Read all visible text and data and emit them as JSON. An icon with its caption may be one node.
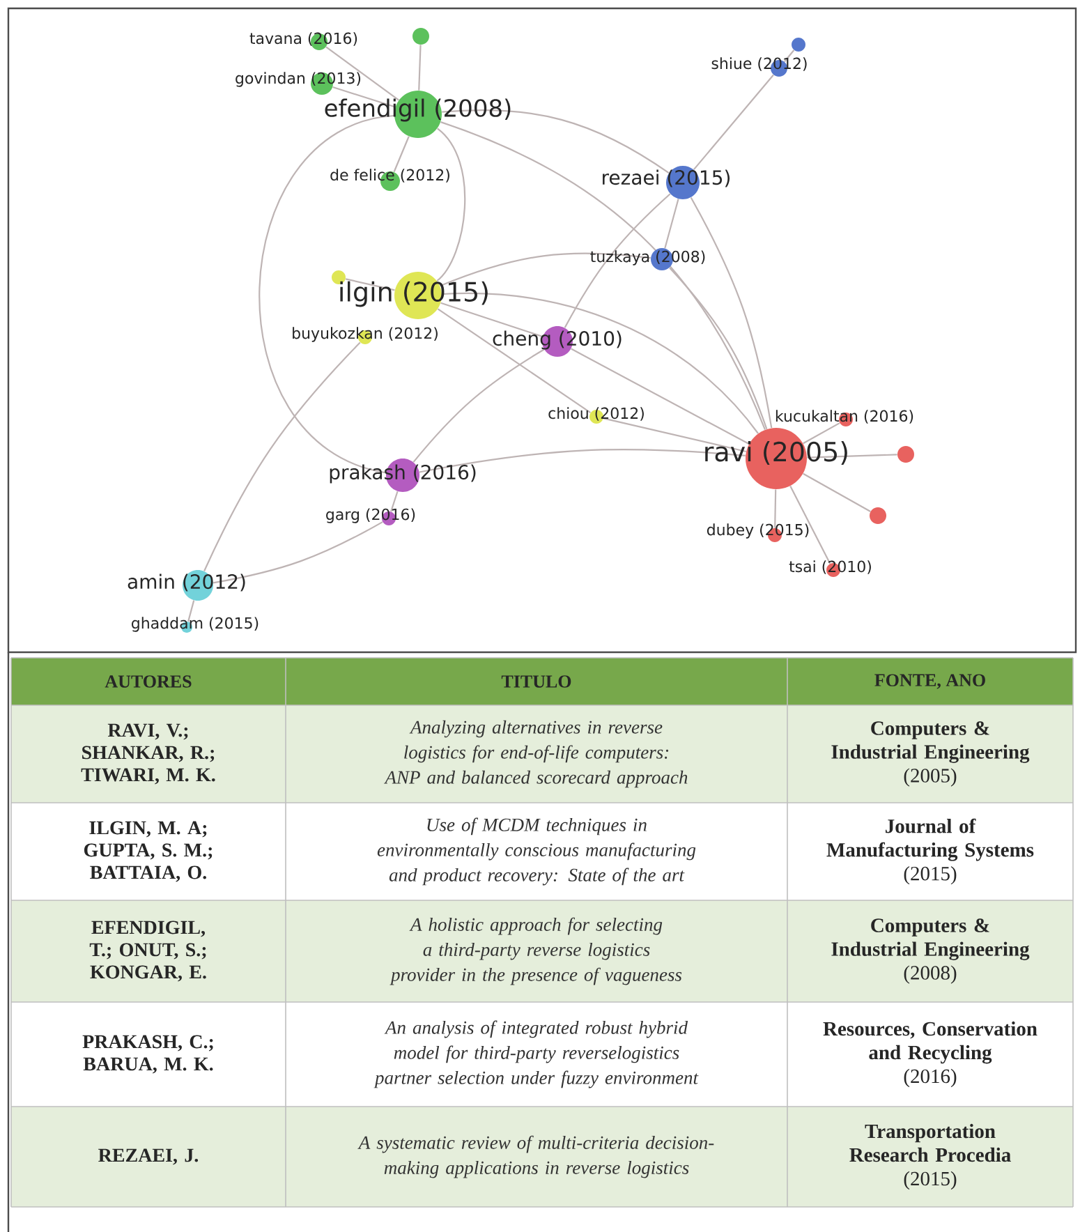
{
  "diagram": {
    "nodes": [
      {
        "text": [
          "tavana (2016)"
        ]
      },
      {
        "text": [],
        "shape": "circle"
      },
      {
        "text": [
          "govindan (2013)"
        ]
      },
      {
        "text": [
          "efendigil (2008)"
        ]
      },
      {
        "text": [
          "shiue (2012)"
        ]
      },
      {
        "text": [],
        "shape": "circle"
      },
      {
        "text": [
          "rezaei (2015)"
        ]
      },
      {
        "text": [
          "de felice (2012)"
        ]
      },
      {
        "text": [
          "tuzkaya (2008)"
        ]
      },
      {
        "text": [],
        "shape": "circle"
      },
      {
        "text": [
          "ilgin (2015)"
        ]
      },
      {
        "text": [
          "buyukozkan (2012)"
        ]
      },
      {
        "text": [
          "cheng (2010)"
        ]
      },
      {
        "text": [
          "chiou (2012)"
        ]
      },
      {
        "text": [
          "kucukaltan (2016)"
        ]
      },
      {
        "text": [
          "ravi (2005)"
        ]
      },
      {
        "text": [],
        "shape": "circle"
      },
      {
        "text": [],
        "shape": "circle"
      },
      {
        "text": [
          "prakash (2016)"
        ]
      },
      {
        "text": [
          "garg (2016)"
        ]
      },
      {
        "text": [
          "dubey (2015)"
        ]
      },
      {
        "text": [
          "tsai (2010)"
        ]
      },
      {
        "text": [
          "amin (2012)"
        ]
      },
      {
        "text": [
          "ghaddam (2015)"
        ]
      }
    ],
    "edges": [
      {
        "from": 0,
        "to": 3,
        "arrow": "none"
      },
      {
        "from": 2,
        "to": 3,
        "arrow": "none"
      },
      {
        "from": 1,
        "to": 3,
        "arrow": "none"
      },
      {
        "from": 7,
        "to": 3,
        "arrow": "none"
      },
      {
        "from": 3,
        "to": 10,
        "arrow": "none"
      },
      {
        "from": 3,
        "to": 6,
        "arrow": "none"
      },
      {
        "from": 3,
        "to": 15,
        "arrow": "none"
      },
      {
        "from": 3,
        "to": 18,
        "arrow": "none"
      },
      {
        "from": 5,
        "to": 4,
        "arrow": "none"
      },
      {
        "from": 4,
        "to": 6,
        "arrow": "none"
      },
      {
        "from": 6,
        "to": 8,
        "arrow": "none"
      },
      {
        "from": 6,
        "to": 12,
        "arrow": "none"
      },
      {
        "from": 6,
        "to": 15,
        "arrow": "none"
      },
      {
        "from": 8,
        "to": 10,
        "arrow": "none"
      },
      {
        "from": 8,
        "to": 15,
        "arrow": "none"
      },
      {
        "from": 9,
        "to": 10,
        "arrow": "none"
      },
      {
        "from": 10,
        "to": 12,
        "arrow": "none"
      },
      {
        "from": 10,
        "to": 15,
        "arrow": "none"
      },
      {
        "from": 10,
        "to": 13,
        "arrow": "none"
      },
      {
        "from": 11,
        "to": 22,
        "arrow": "none"
      },
      {
        "from": 12,
        "to": 15,
        "arrow": "none"
      },
      {
        "from": 12,
        "to": 18,
        "arrow": "none"
      },
      {
        "from": 13,
        "to": 15,
        "arrow": "none"
      },
      {
        "from": 18,
        "to": 15,
        "arrow": "none"
      },
      {
        "from": 18,
        "to": 19,
        "arrow": "none"
      },
      {
        "from": 19,
        "to": 22,
        "arrow": "none"
      },
      {
        "from": 22,
        "to": 23,
        "arrow": "none"
      },
      {
        "from": 15,
        "to": 14,
        "arrow": "none"
      },
      {
        "from": 15,
        "to": 16,
        "arrow": "none"
      },
      {
        "from": 15,
        "to": 17,
        "arrow": "none"
      },
      {
        "from": 15,
        "to": 20,
        "arrow": "none"
      },
      {
        "from": 15,
        "to": 21,
        "arrow": "none"
      }
    ],
    "labels": [
      "AUTORES",
      "TITULO",
      "FONTE, ANO",
      "RAVI, V.; SHANKAR, R.; TIWARI, M. K.",
      "Analyzing alternatives in reverse logistics for end-of-life computers: ANP and balanced scorecard approach",
      "Computers & Industrial Engineering",
      "(2005)",
      "ILGIN, M. A; GUPTA, S. M.; BATTAIA, O.",
      "Use of MCDM techniques in environmentally conscious manufacturing and product recovery: State of the art",
      "Journal of Manufacturing Systems",
      "(2015)",
      "EFENDIGIL, T.; ONUT, S.; KONGAR, E.",
      "A holistic approach for selecting a third-party reverse logistics provider in the presence of vagueness",
      "Computers & Industrial Engineering",
      "(2008)",
      "PRAKASH, C.; BARUA, M. K.",
      "An analysis of integrated robust hybrid model for third-party reverselogistics partner selection under fuzzy environment",
      "Resources, Conservation and Recycling",
      "(2016)",
      "REZAEI, J.",
      "A systematic review of multi-criteria decision-making applications in reverse logistics",
      "Transportation Research Procedia",
      "(2015)"
    ]
  }
}
